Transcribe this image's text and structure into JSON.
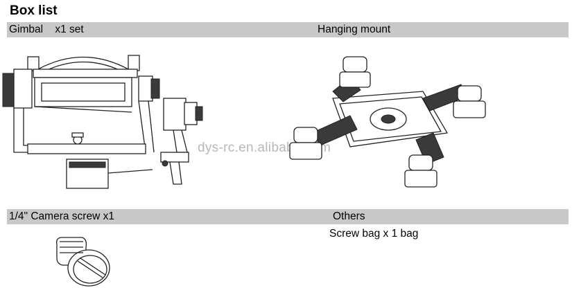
{
  "title": "Box list",
  "row1": {
    "left_label": "Gimbal    x1 set",
    "right_label": "Hanging mount"
  },
  "row2": {
    "left_label": "1/4\" Camera screw x1",
    "right_label": "Others",
    "right_detail": "Screw bag x 1 bag"
  },
  "watermark": "dys-rc.en.alibaba.com",
  "colors": {
    "header_bar": "#c8c8c8",
    "watermark": "#b8b8b8"
  }
}
